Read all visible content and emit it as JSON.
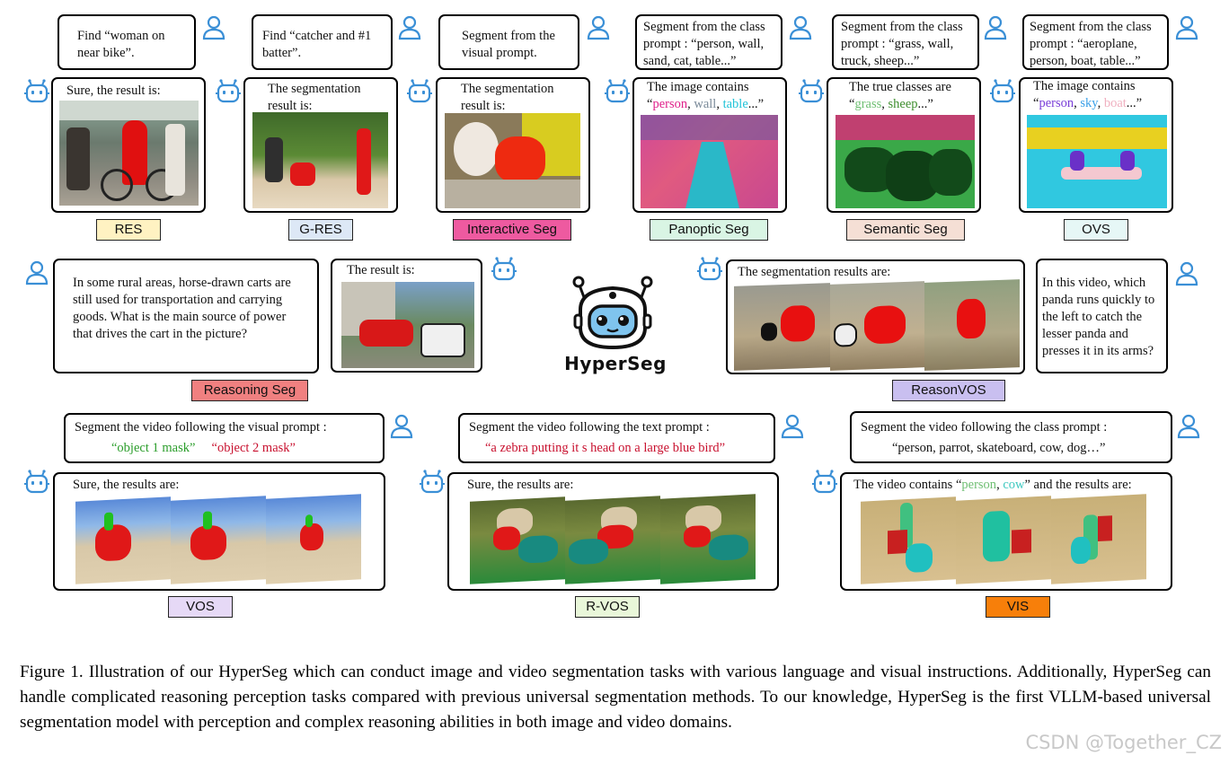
{
  "brand": {
    "name": "HyperSeg"
  },
  "colors": {
    "user_icon": "#3a8fd6",
    "bot_icon": "#3a8fd6"
  },
  "panels": {
    "res": {
      "query": "Find “woman on near bike”.",
      "answer": "Sure, the result is:",
      "label": "RES",
      "label_color": "#fff2c2"
    },
    "gres": {
      "query": "Find “catcher and #1 batter”.",
      "answer": "The segmentation result is:",
      "label": "G-RES",
      "label_color": "#dde8f6"
    },
    "interactive": {
      "query": "Segment from the visual prompt.",
      "answer": "The segmentation result is:",
      "label": "Interactive Seg",
      "label_color": "#ee5aa0"
    },
    "panoptic": {
      "query": "Segment from the class prompt : “person, wall, sand, cat, table...”",
      "answer_prefix": "The image contains",
      "answer_open": "“",
      "classes": [
        "person",
        "wall",
        "table"
      ],
      "answer_suffix": "...”",
      "label": "Panoptic Seg",
      "label_color": "#d9f5e4"
    },
    "semantic": {
      "query": "Segment from the class prompt : “grass, wall, truck, sheep...”",
      "answer_prefix": "The true classes are",
      "answer_open": "“",
      "classes": [
        "grass",
        "sheep"
      ],
      "answer_suffix": "...”",
      "label": "Semantic Seg",
      "label_color": "#f5dfd5"
    },
    "ovs": {
      "query": "Segment from the class prompt : “aeroplane, person, boat, table...”",
      "answer_prefix": "The image contains",
      "answer_open": "“",
      "classes": [
        "person",
        "sky",
        "boat"
      ],
      "answer_suffix": "...”",
      "label": "OVS",
      "label_color": "#e6f7f6"
    },
    "reasoning": {
      "query": "In some rural areas, horse-drawn carts are still used for transportation and carrying goods. What is the main source of power that drives the cart in the picture?",
      "answer": "The result is:",
      "label": "Reasoning Seg",
      "label_color": "#f08080"
    },
    "reasonvos": {
      "answer": "The segmentation results are:",
      "query": "In this video, which panda runs quickly to the left to catch the lesser panda and presses it in its arms?",
      "label": "ReasonVOS",
      "label_color": "#c9bff0"
    },
    "vos": {
      "query": "Segment the video following the visual prompt :",
      "prompt1": "“object 1 mask”",
      "prompt2": "“object 2 mask”",
      "answer": "Sure, the results are:",
      "label": "VOS",
      "label_color": "#e6d9f6"
    },
    "rvos": {
      "query": "Segment the video following the text prompt :",
      "prompt": "“a zebra putting it s head on a large blue bird”",
      "answer": "Sure, the results are:",
      "label": "R-VOS",
      "label_color": "#e9f7d9"
    },
    "vis": {
      "query": "Segment the video following the class prompt :",
      "prompt": "“person, parrot, skateboard, cow, dog…”",
      "answer_prefix": "The video contains “",
      "classes": [
        "person",
        "cow"
      ],
      "answer_suffix": "” and the results are:",
      "label": "VIS",
      "label_color": "#f77f0a"
    }
  },
  "caption": "Figure 1. Illustration of our HyperSeg which can conduct image and video segmentation tasks with various language and visual instructions. Additionally, HyperSeg can handle complicated reasoning perception tasks compared with previous universal segmentation methods. To our knowledge, HyperSeg is the first VLLM-based universal segmentation model with perception and complex reasoning abilities in both image and video domains.",
  "watermark": "CSDN @Together_CZ"
}
